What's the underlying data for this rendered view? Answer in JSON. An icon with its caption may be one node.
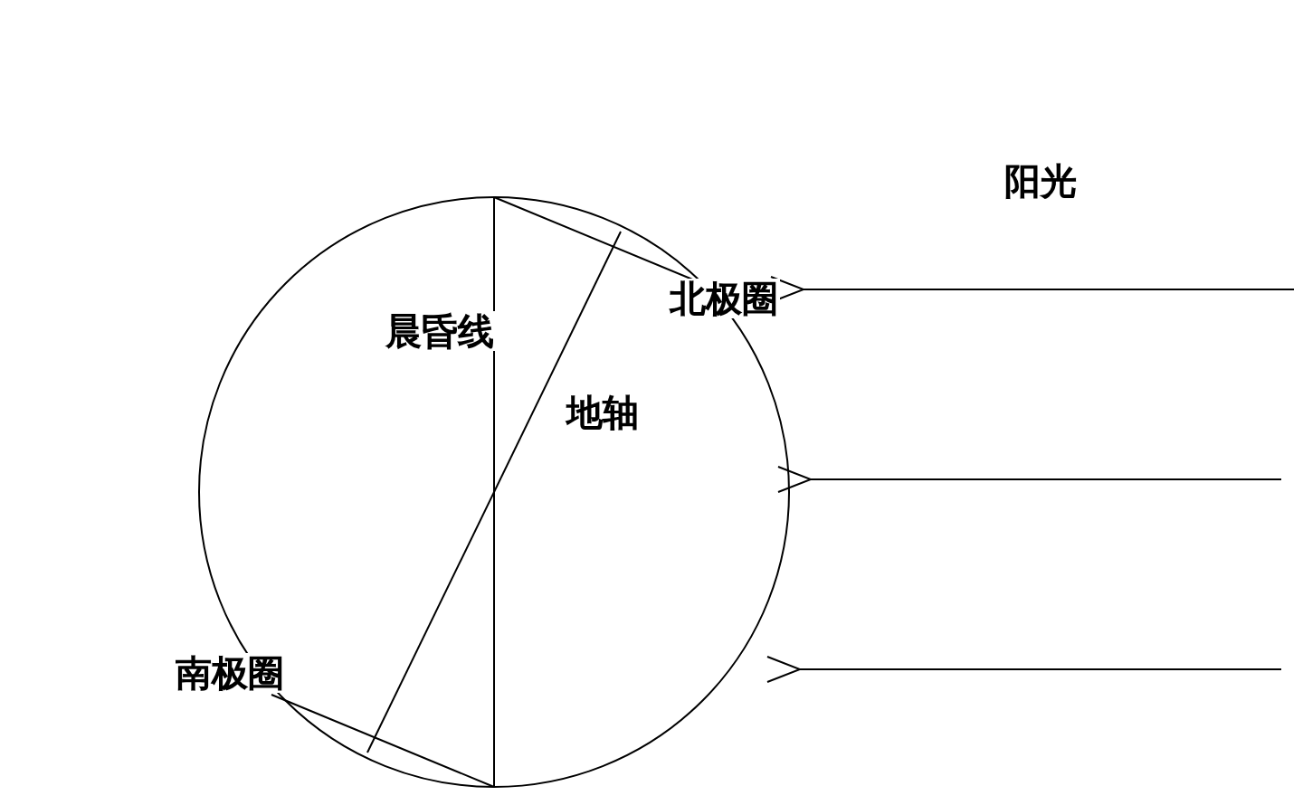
{
  "diagram": {
    "labels": [
      "阳光",
      "北极圈",
      "晨昏线",
      "地轴",
      "南极圈"
    ]
  }
}
